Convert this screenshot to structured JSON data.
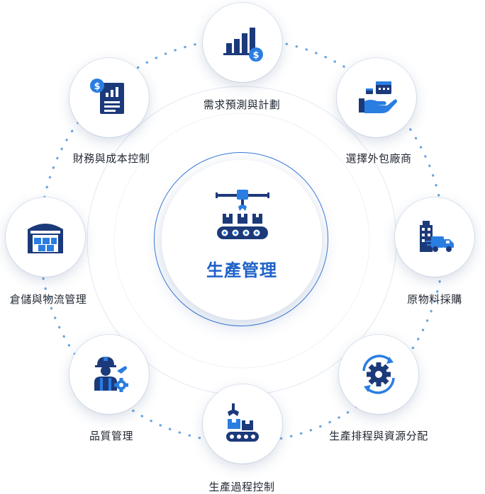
{
  "center": {
    "title": "生產管理",
    "icon": "conveyor-robot-arm-icon"
  },
  "nodes": [
    {
      "label": "需求預測與計劃",
      "icon": "bar-chart-dollar-icon"
    },
    {
      "label": "選擇外包廠商",
      "icon": "hand-supplier-icon"
    },
    {
      "label": "原物料採購",
      "icon": "factory-truck-icon"
    },
    {
      "label": "生產排程與資源分配",
      "icon": "gear-cycle-icon"
    },
    {
      "label": "生產過程控制",
      "icon": "robot-arm-conveyor-icon"
    },
    {
      "label": "品質管理",
      "icon": "engineer-gear-icon"
    },
    {
      "label": "倉儲與物流管理",
      "icon": "warehouse-icon"
    },
    {
      "label": "財務與成本控制",
      "icon": "dollar-report-icon"
    }
  ],
  "colors": {
    "navy": "#1c3a7a",
    "blue": "#2a7de1",
    "accent": "#1f62c8"
  }
}
